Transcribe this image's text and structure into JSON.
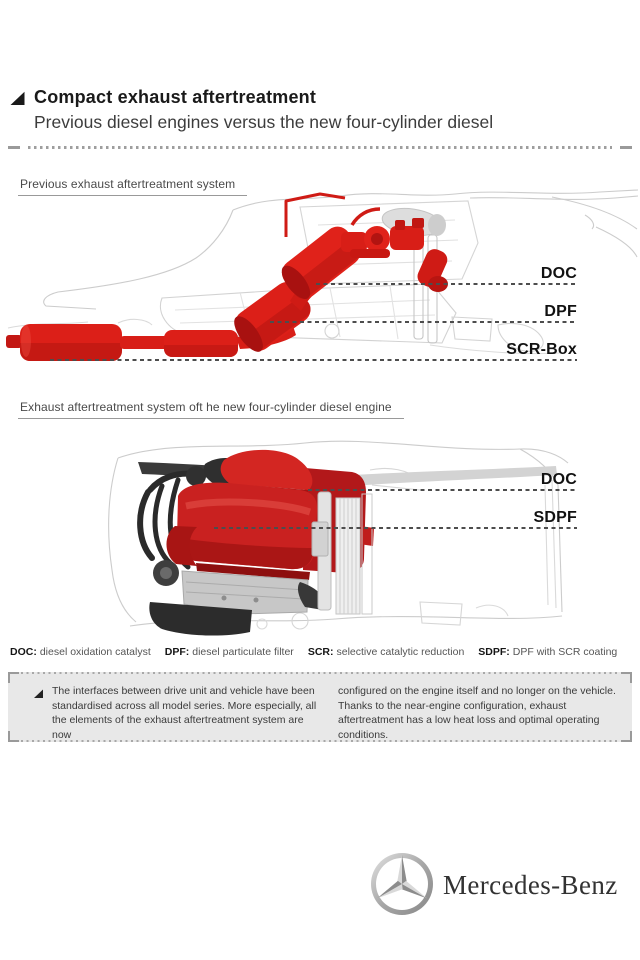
{
  "header": {
    "title": "Compact exhaust aftertreatment",
    "subtitle": "Previous diesel engines versus the new four-cylinder diesel"
  },
  "sections": [
    {
      "label": "Previous exhaust aftertreatment system",
      "callouts": [
        {
          "label": "DOC"
        },
        {
          "label": "DPF"
        },
        {
          "label": "SCR-Box"
        }
      ]
    },
    {
      "label": "Exhaust aftertreatment system oft he new four-cylinder diesel engine",
      "callouts": [
        {
          "label": "DOC"
        },
        {
          "label": "SDPF"
        }
      ]
    }
  ],
  "glossary": [
    {
      "term": "DOC:",
      "definition": "diesel oxidation catalyst"
    },
    {
      "term": "DPF:",
      "definition": "diesel particulate filter"
    },
    {
      "term": "SCR:",
      "definition": "selective catalytic reduction"
    },
    {
      "term": "SDPF:",
      "definition": "DPF with SCR coating"
    }
  ],
  "note": {
    "col1": "The interfaces between drive unit and vehicle have been standardised across all model series. More especially, all the elements of the exhaust aftertreatment system are now",
    "col2": "configured on the engine itself and no longer on the vehicle. Thanks to the near-engine configuration, exhaust aftertreatment has a low heat loss and optimal operating conditions."
  },
  "footer": {
    "brand": "Mercedes-Benz"
  },
  "colors": {
    "accent_red": "#d81e17",
    "line_gray": "#c9c9c9",
    "text_dark": "#1a1a1a",
    "box_bg": "#e8e8e8",
    "dash_color": "#4d4d4d"
  }
}
